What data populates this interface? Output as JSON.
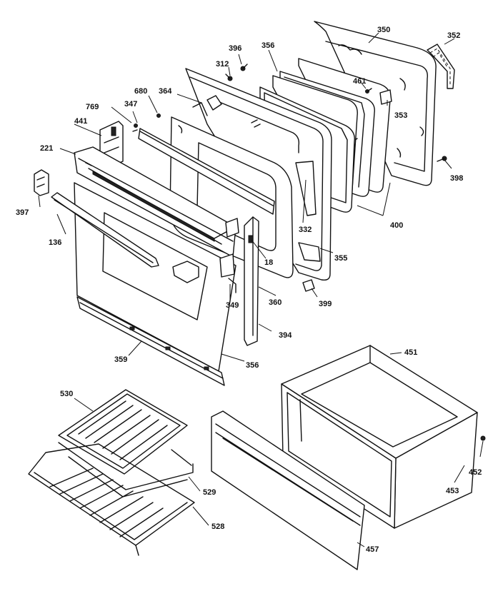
{
  "labels": [
    {
      "id": "350",
      "text": "350"
    },
    {
      "id": "352",
      "text": "352"
    },
    {
      "id": "396",
      "text": "396"
    },
    {
      "id": "356a",
      "text": "356"
    },
    {
      "id": "312",
      "text": "312"
    },
    {
      "id": "461",
      "text": "461"
    },
    {
      "id": "680",
      "text": "680"
    },
    {
      "id": "364",
      "text": "364"
    },
    {
      "id": "353",
      "text": "353"
    },
    {
      "id": "769",
      "text": "769"
    },
    {
      "id": "347",
      "text": "347"
    },
    {
      "id": "441",
      "text": "441"
    },
    {
      "id": "221",
      "text": "221"
    },
    {
      "id": "398",
      "text": "398"
    },
    {
      "id": "397",
      "text": "397"
    },
    {
      "id": "400",
      "text": "400"
    },
    {
      "id": "332",
      "text": "332"
    },
    {
      "id": "136",
      "text": "136"
    },
    {
      "id": "18",
      "text": "18"
    },
    {
      "id": "355",
      "text": "355"
    },
    {
      "id": "349",
      "text": "349"
    },
    {
      "id": "360",
      "text": "360"
    },
    {
      "id": "399",
      "text": "399"
    },
    {
      "id": "394",
      "text": "394"
    },
    {
      "id": "451",
      "text": "451"
    },
    {
      "id": "359",
      "text": "359"
    },
    {
      "id": "356b",
      "text": "356"
    },
    {
      "id": "530",
      "text": "530"
    },
    {
      "id": "452",
      "text": "452"
    },
    {
      "id": "453",
      "text": "453"
    },
    {
      "id": "529",
      "text": "529"
    },
    {
      "id": "528",
      "text": "528"
    },
    {
      "id": "457",
      "text": "457"
    }
  ]
}
